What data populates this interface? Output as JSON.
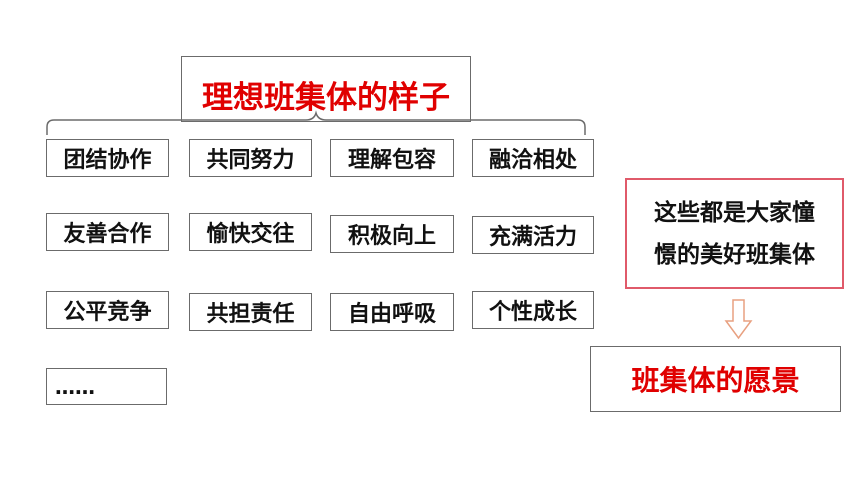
{
  "title": "理想班集体的样子",
  "grid": [
    [
      "团结协作",
      "共同努力",
      "理解包容",
      "融洽相处"
    ],
    [
      "友善合作",
      "愉快交往",
      "积极向上",
      "充满活力"
    ],
    [
      "公平竞争",
      "共担责任",
      "自由呼吸",
      "个性成长"
    ]
  ],
  "ellipsis": "……",
  "note": {
    "line1": "这些都是大家憧",
    "line2": "憬的美好班集体"
  },
  "vision": "班集体的愿景",
  "colors": {
    "accent": "#e00000",
    "note_border": "#e05a6a",
    "border": "#6b6b6b"
  }
}
